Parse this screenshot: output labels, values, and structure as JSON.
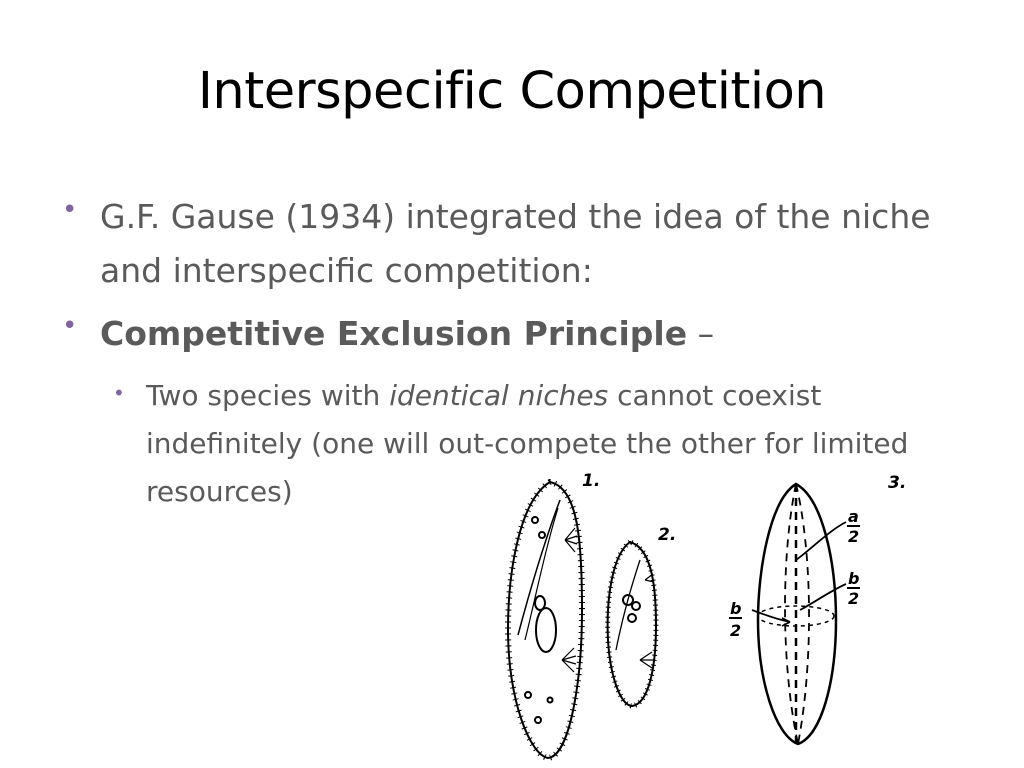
{
  "slide": {
    "title": "Interspecific Competition",
    "bullets": [
      {
        "text": "G.F. Gause (1934) integrated the idea of the niche and interspecific competition:"
      },
      {
        "bold": "Competitive Exclusion Principle",
        "suffix": " –"
      }
    ],
    "sub_bullet": {
      "before": "Two species with ",
      "italic": "identical niches",
      "after": " cannot coexist indefinitely (one will out-compete the other for limited resources)"
    },
    "figure_labels": {
      "fig1": "1.",
      "fig2": "2.",
      "fig3": "3.",
      "a_num": "a",
      "a_den": "2",
      "b_num": "b",
      "b_den": "2",
      "b2_num": "b",
      "b2_den": "2"
    },
    "colors": {
      "bullet_accent": "#8064a2",
      "body_text": "#5a5a5a",
      "title_text": "#000000"
    }
  }
}
